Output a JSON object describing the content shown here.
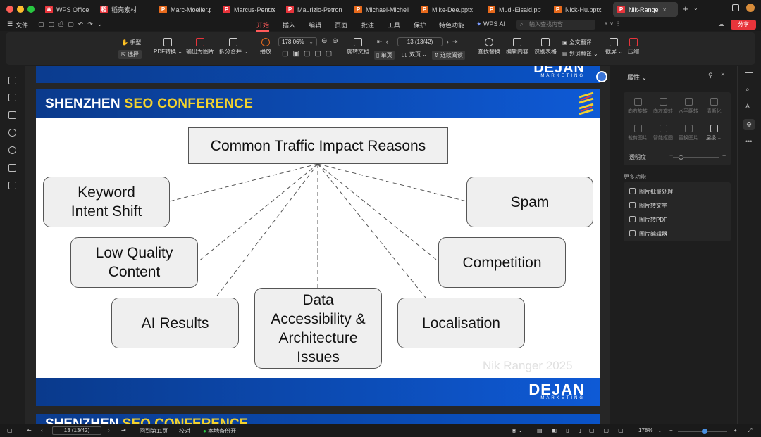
{
  "tabs": [
    {
      "label": "WPS Office",
      "icon": "wps-icon"
    },
    {
      "label": "稻壳素材",
      "icon": "docer-icon"
    },
    {
      "label": "Marc-Moeller.ppt",
      "icon": "ppt-icon"
    },
    {
      "label": "Marcus-Pentzek",
      "icon": "ppt-icon"
    },
    {
      "label": "Maurizio-Petrone",
      "icon": "ppt-icon"
    },
    {
      "label": "Michael-Michelin",
      "icon": "ppt-icon"
    },
    {
      "label": "Mike-Dee.pptx",
      "icon": "ppt-icon"
    },
    {
      "label": "Mudi-Elsaid.pptx",
      "icon": "ppt-icon"
    },
    {
      "label": "Nick-Hu.pptx",
      "icon": "ppt-icon"
    },
    {
      "label": "Nik-Range",
      "icon": "ppt-icon"
    }
  ],
  "menu": {
    "file": "文件",
    "items": [
      "开始",
      "插入",
      "编辑",
      "页面",
      "批注",
      "工具",
      "保护",
      "特色功能"
    ],
    "active": "开始",
    "wps_ai": "WPS AI",
    "search_placeholder": "输入查找内容",
    "share": "分享"
  },
  "toolbar": {
    "hand": "手型",
    "select": "选择",
    "pdf_convert": "PDF转换",
    "export_image": "输出为图片",
    "split_merge": "拆分合并",
    "play": "播放",
    "zoom": "178.06%",
    "page": "13 (13/42)",
    "rotate_doc": "旋转文档",
    "single_page": "单页",
    "double_page": "双页",
    "continuous": "连续阅读",
    "find_replace": "查找替换",
    "edit_content": "编辑内容",
    "recognize_table": "识别表格",
    "full_translate": "全文翻译",
    "word_translate": "划词翻译",
    "screenshot": "截屏",
    "compress": "压缩"
  },
  "slide": {
    "title_white": "SHENZHEN ",
    "title_yellow": "SEO CONFERENCE",
    "logo": "DEJAN",
    "logo_sub": "MARKETING",
    "watermark": "Nik Ranger 2025",
    "central": "Common Traffic Impact Reasons",
    "reasons": {
      "keyword": "Keyword Intent Shift",
      "low_quality": "Low Quality Content",
      "ai_results": "AI Results",
      "data_access": "Data Accessibility & Architecture Issues",
      "localisation": "Localisation",
      "competition": "Competition",
      "spam": "Spam"
    }
  },
  "panel": {
    "title": "属性",
    "tools": [
      "向右旋转",
      "向左旋转",
      "水平翻转",
      "清晰化",
      "裁剪图片",
      "智能抠图",
      "替换图片",
      "层级"
    ],
    "opacity": "透明度",
    "more": "更多功能",
    "functions": [
      "图片批量处理",
      "图片转文字",
      "图片转PDF",
      "图片编辑器"
    ]
  },
  "status": {
    "page": "13 (13/42)",
    "back_to_page": "回到第11页",
    "proofread": "校对",
    "backup": "本地备份开",
    "zoom": "178%"
  },
  "colors": {
    "accent_red": "#e8343b",
    "slide_blue": "#0e5ad6",
    "title_yellow": "#f2d12e"
  }
}
